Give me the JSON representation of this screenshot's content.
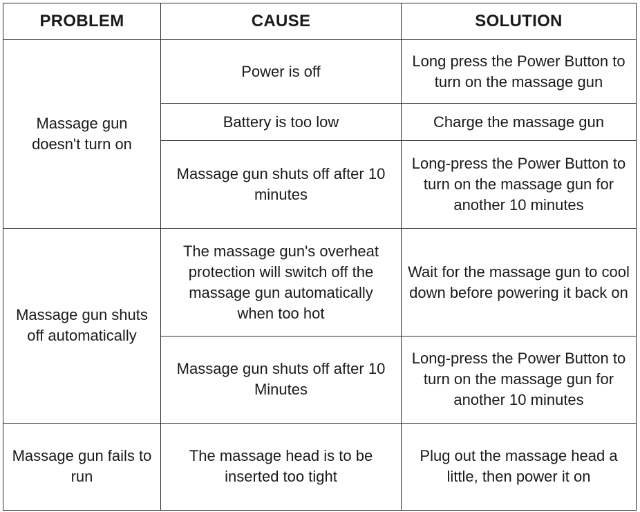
{
  "headers": {
    "problem": "PROBLEM",
    "cause": "CAUSE",
    "solution": "SOLUTION"
  },
  "groups": [
    {
      "problem": "Massage gun doesn't turn on",
      "rows": [
        {
          "cause": "Power is off",
          "solution": "Long press the Power Button to turn on the massage gun"
        },
        {
          "cause": "Battery is too low",
          "solution": "Charge the massage gun"
        },
        {
          "cause": "Massage gun shuts off after 10 minutes",
          "solution": "Long-press the Power Button to turn on the massage gun for another 10 minutes"
        }
      ]
    },
    {
      "problem": "Massage gun shuts off automatically",
      "rows": [
        {
          "cause": "The massage gun's overheat protection will switch off the massage gun automatically when too hot",
          "solution": "Wait for the massage gun to cool down before powering it back on"
        },
        {
          "cause": "Massage gun shuts off after 10 Minutes",
          "solution": "Long-press the Power Button to turn on the massage gun for another 10 minutes"
        }
      ]
    },
    {
      "problem": "Massage gun fails to run",
      "rows": [
        {
          "cause": "The massage head is to be inserted too tight",
          "solution": "Plug out the massage head a little, then power it on"
        }
      ]
    }
  ]
}
